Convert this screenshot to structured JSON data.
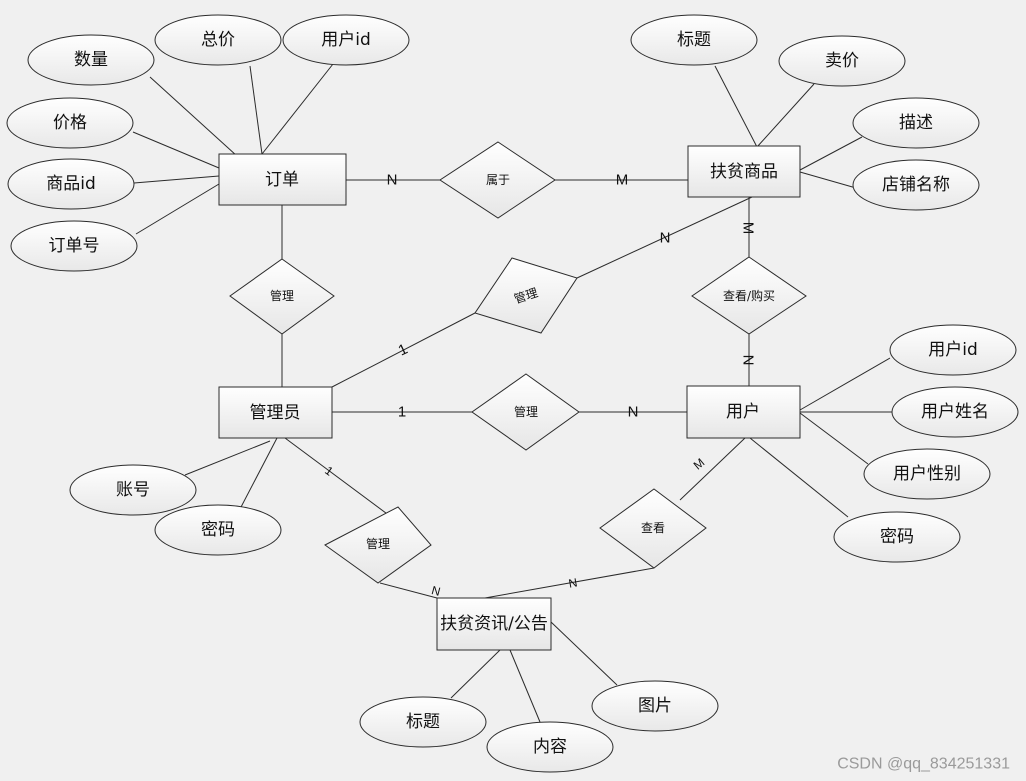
{
  "entities": {
    "order": "订单",
    "product": "扶贫商品",
    "admin": "管理员",
    "user": "用户",
    "news": "扶贫资讯/公告"
  },
  "relationships": {
    "belongs": "属于",
    "manage_order": "管理",
    "manage_product": "管理",
    "manage_user": "管理",
    "view_buy": "查看/购买",
    "manage_news": "管理",
    "view_news": "查看"
  },
  "attributes": {
    "order": [
      "数量",
      "总价",
      "用户id",
      "价格",
      "商品id",
      "订单号"
    ],
    "product": [
      "标题",
      "卖价",
      "描述",
      "店铺名称"
    ],
    "user": [
      "用户id",
      "用户姓名",
      "用户性别",
      "密码"
    ],
    "admin": [
      "账号",
      "密码"
    ],
    "news": [
      "标题",
      "内容",
      "图片"
    ]
  },
  "cardinalities": {
    "order_belongs": "N",
    "belongs_product": "M",
    "product_manage": "N",
    "admin_manage_product": "1",
    "product_viewbuy": "M",
    "viewbuy_user": "N",
    "admin_manage_user": "1",
    "manage_user_n": "N",
    "admin_manage_news": "1",
    "manage_news_n": "N",
    "view_news_n": "N",
    "user_view_m": "M"
  },
  "watermark": "CSDN @qq_834251331"
}
